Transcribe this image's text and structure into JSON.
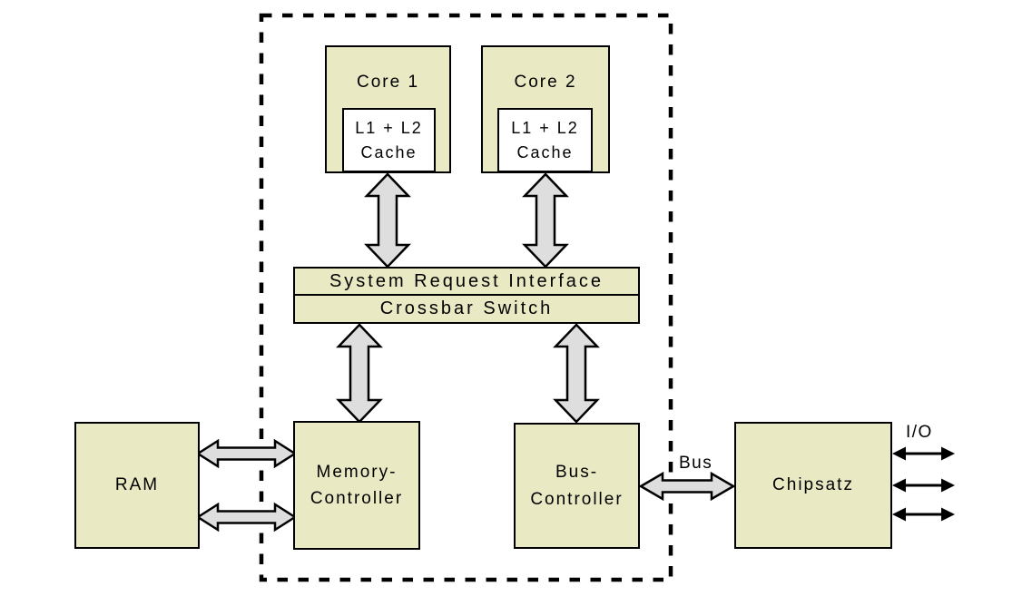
{
  "colors": {
    "background": "#ffffff",
    "box_fill": "#e9e9c3",
    "cache_fill": "#ffffff",
    "arrow_fill": "#dedede",
    "outline": "#000000"
  },
  "package": {
    "cores": [
      {
        "label": "Core 1",
        "cache_lines": [
          "L1 + L2",
          "Cache"
        ]
      },
      {
        "label": "Core 2",
        "cache_lines": [
          "L1 + L2",
          "Cache"
        ]
      }
    ],
    "system_request_interface": "System Request Interface",
    "crossbar_switch": "Crossbar Switch",
    "memory_controller_lines": [
      "Memory-",
      "Controller"
    ],
    "bus_controller_lines": [
      "Bus-",
      "Controller"
    ]
  },
  "peripherals": {
    "ram": "RAM",
    "chipset": "Chipsatz",
    "bus_label": "Bus",
    "io_label": "I/O"
  },
  "connections": [
    {
      "from": "Core 1 L1 + L2 Cache",
      "to": "System Request Interface",
      "style": "block-double-arrow"
    },
    {
      "from": "Core 2 L1 + L2 Cache",
      "to": "System Request Interface",
      "style": "block-double-arrow"
    },
    {
      "from": "Crossbar Switch",
      "to": "Memory-Controller",
      "style": "block-double-arrow"
    },
    {
      "from": "Crossbar Switch",
      "to": "Bus-Controller",
      "style": "block-double-arrow"
    },
    {
      "from": "RAM",
      "to": "Memory-Controller",
      "style": "block-double-arrow"
    },
    {
      "from": "RAM",
      "to": "Memory-Controller",
      "style": "block-double-arrow"
    },
    {
      "from": "Bus-Controller",
      "to": "Chipsatz",
      "style": "block-double-arrow",
      "label": "Bus"
    },
    {
      "from": "Chipsatz",
      "to": "I/O",
      "style": "thin-double-arrow",
      "count": 3
    }
  ]
}
